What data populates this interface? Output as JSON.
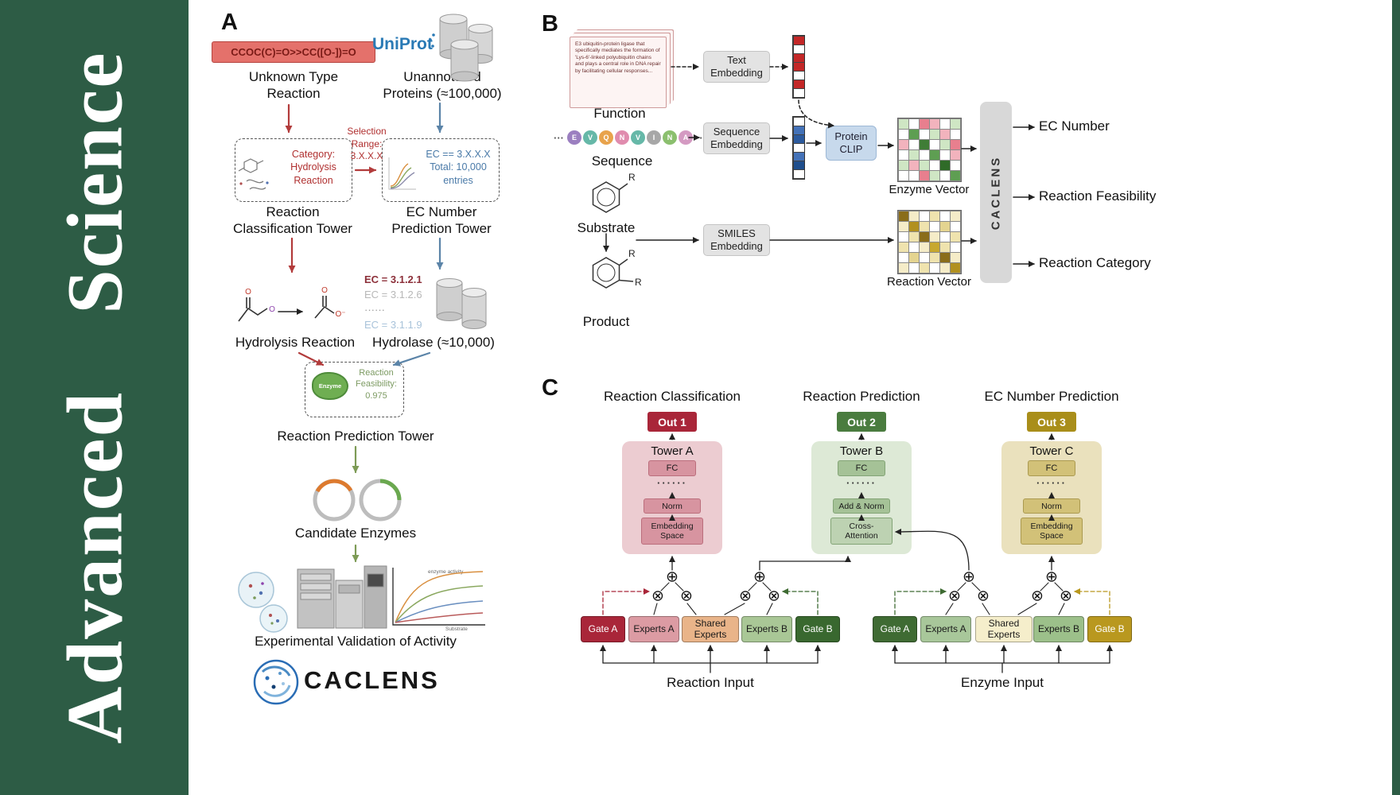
{
  "journal": {
    "name": "Advanced Science"
  },
  "colors": {
    "banner_green": "#2d5c45",
    "arrow_red": "#b23b3b",
    "arrow_blue": "#5b84a8",
    "arrow_green": "#7d9b56",
    "out1_red": "#a92639",
    "out2_green": "#4a7c3f",
    "out3_gold": "#a98e1a",
    "uniprot_blue": "#2a7ab5"
  },
  "panelA": {
    "label": "A",
    "smiles_box": "CCOC(C)=O>>CC([O-])=O",
    "unknown_reaction": "Unknown Type\nReaction",
    "uniprot": "UniProt",
    "unannotated": "Unannotated\nProteins (≈100,000)",
    "selection_range": "Selection\nRange:\n3.X.X.X",
    "category_box": "Category:\nHydrolysis\nReaction",
    "ec_box": "EC == 3.X.X.X\nTotal: 10,000\nentries",
    "classification_tower": "Reaction\nClassification Tower",
    "ec_tower": "EC Number\nPrediction Tower",
    "hydrolysis_reaction": "Hydrolysis Reaction",
    "ec_list": [
      "EC = 3.1.2.1",
      "EC = 3.1.2.6",
      "······",
      "EC = 3.1.1.9"
    ],
    "hydrolase": "Hydrolase (≈10,000)",
    "enzyme_blob": "Enzyme",
    "feasibility_box": "Reaction\nFeasibility:\n0.975",
    "prediction_tower": "Reaction Prediction Tower",
    "candidate_enzymes": "Candidate Enzymes",
    "plot_title": "enzyme activity",
    "plot_xlabel": "Substrate",
    "validation": "Experimental Validation of Activity",
    "logo": "CACLENS"
  },
  "panelB": {
    "label": "B",
    "function_card": "E3 ubiquitin-protein ligase that specifically mediates the formation of 'Lys-6'-linked polyubiquitin chains and plays a central role in DNA repair by facilitating cellular responses...",
    "function_label": "Function",
    "text_embedding": "Text\nEmbedding",
    "ellipsis": "···",
    "tokens": [
      {
        "letter": "E",
        "color": "#9b7fc0"
      },
      {
        "letter": "V",
        "color": "#66b8a8"
      },
      {
        "letter": "Q",
        "color": "#e8a34c"
      },
      {
        "letter": "N",
        "color": "#e08cae"
      },
      {
        "letter": "V",
        "color": "#66b8a8"
      },
      {
        "letter": "I",
        "color": "#a7a7a7"
      },
      {
        "letter": "N",
        "color": "#8bbf6e"
      },
      {
        "letter": "A",
        "color": "#d49ac2"
      }
    ],
    "sequence_label": "Sequence",
    "sequence_embedding": "Sequence\nEmbedding",
    "protein_clip": "Protein\nCLIP",
    "enzyme_vector_label": "Enzyme Vector",
    "substrate_label": "Substrate",
    "product_label": "Product",
    "r_label": "R",
    "smiles_embedding": "SMILES\nEmbedding",
    "reaction_vector_label": "Reaction Vector",
    "caclens": "CACLENS",
    "outputs": [
      "EC Number",
      "Reaction Feasibility",
      "Reaction Category"
    ],
    "text_vector": [
      "#c32727",
      "#ffffff",
      "#c32727",
      "#c32727",
      "#ffffff",
      "#c32727",
      "#ffffff"
    ],
    "seq_vector": [
      "#ffffff",
      "#4472b8",
      "#2c5a9e",
      "#ffffff",
      "#4472b8",
      "#1f4e8c",
      "#ffffff"
    ],
    "enzyme_matrix": [
      [
        "#cfe6c4",
        "#ffffff",
        "#e87f8e",
        "#f2b3bd",
        "#ffffff",
        "#cfe6c4"
      ],
      [
        "#ffffff",
        "#5e9e52",
        "#ffffff",
        "#cfe6c4",
        "#f2b3bd",
        "#ffffff"
      ],
      [
        "#f2b3bd",
        "#ffffff",
        "#3f7d36",
        "#ffffff",
        "#cfe6c4",
        "#e87f8e"
      ],
      [
        "#ffffff",
        "#cfe6c4",
        "#ffffff",
        "#5e9e52",
        "#ffffff",
        "#f2b3bd"
      ],
      [
        "#cfe6c4",
        "#f2b3bd",
        "#cfe6c4",
        "#ffffff",
        "#2f6b28",
        "#ffffff"
      ],
      [
        "#ffffff",
        "#ffffff",
        "#e87f8e",
        "#cfe6c4",
        "#ffffff",
        "#5e9e52"
      ]
    ],
    "reaction_matrix": [
      [
        "#8a6d1a",
        "#f5ecc8",
        "#ffffff",
        "#efe3ae",
        "#ffffff",
        "#f5ecc8"
      ],
      [
        "#f5ecc8",
        "#b1901f",
        "#efe3ae",
        "#ffffff",
        "#e4d490",
        "#ffffff"
      ],
      [
        "#ffffff",
        "#efe3ae",
        "#8a6d1a",
        "#f5ecc8",
        "#ffffff",
        "#efe3ae"
      ],
      [
        "#efe3ae",
        "#ffffff",
        "#f5ecc8",
        "#c7a82e",
        "#efe3ae",
        "#ffffff"
      ],
      [
        "#ffffff",
        "#e4d490",
        "#ffffff",
        "#efe3ae",
        "#8a6d1a",
        "#f5ecc8"
      ],
      [
        "#f5ecc8",
        "#ffffff",
        "#efe3ae",
        "#ffffff",
        "#f5ecc8",
        "#b1901f"
      ]
    ]
  },
  "panelC": {
    "label": "C",
    "columns": [
      {
        "title": "Reaction Classification",
        "out": "Out 1",
        "tower": "Tower A",
        "layers": [
          "FC",
          "······",
          "Norm",
          "Embedding\nSpace"
        ]
      },
      {
        "title": "Reaction Prediction",
        "out": "Out 2",
        "tower": "Tower B",
        "layers": [
          "FC",
          "······",
          "Add & Norm",
          "Cross-\nAttention"
        ]
      },
      {
        "title": "EC Number Prediction",
        "out": "Out 3",
        "tower": "Tower C",
        "layers": [
          "FC",
          "······",
          "Norm",
          "Embedding\nSpace"
        ]
      }
    ],
    "reaction_experts": [
      "Gate A",
      "Experts A",
      "Shared\nExperts",
      "Experts B",
      "Gate B"
    ],
    "enzyme_experts": [
      "Gate A",
      "Experts A",
      "Shared\nExperts",
      "Experts B",
      "Gate B"
    ],
    "inputs": [
      "Reaction Input",
      "Enzyme Input"
    ],
    "op_plus": "⊕",
    "op_times": "⊗"
  }
}
